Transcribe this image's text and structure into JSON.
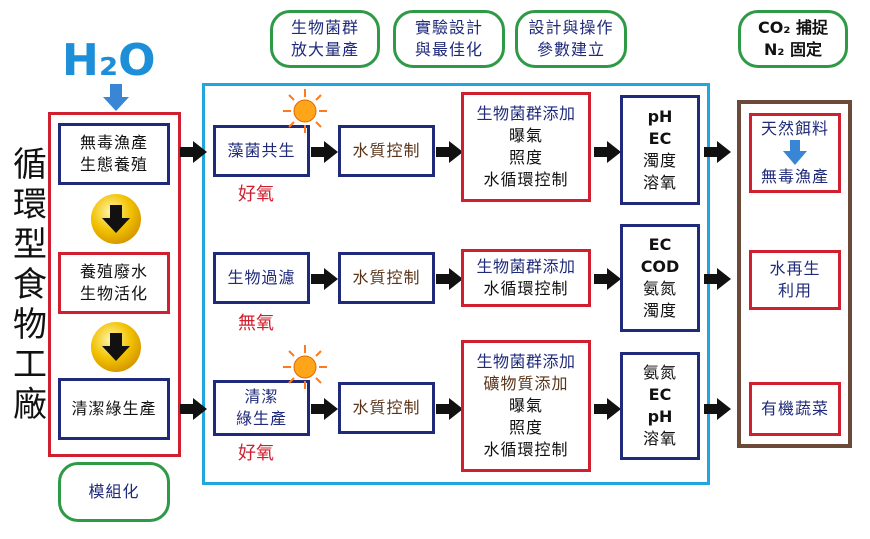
{
  "top_pills": [
    {
      "line1": "生物菌群",
      "line2": "放大量產"
    },
    {
      "line1": "實驗設計",
      "line2": "與最佳化"
    },
    {
      "line1": "設計與操作",
      "line2": "參數建立"
    },
    {
      "line1": "CO₂ 捕捉",
      "line2": "N₂ 固定"
    }
  ],
  "h2o": "H₂O",
  "vertical_title": [
    "循",
    "環",
    "型",
    "食",
    "物",
    "工",
    "廠"
  ],
  "left_boxes": [
    {
      "line1": "無毒漁產",
      "line2": "生態養殖"
    },
    {
      "line1": "養殖廢水",
      "line2": "生物活化"
    },
    {
      "line1": "清潔綠生產",
      "line2": ""
    }
  ],
  "bottom_pill": "模組化",
  "rows": [
    {
      "stage": [
        "藻菌共生"
      ],
      "condition": "好氧",
      "control": "水質控制",
      "process": [
        {
          "text": "生物菌群添加",
          "color": "#1f2a7a"
        },
        {
          "text": "曝氣",
          "color": "#111"
        },
        {
          "text": "照度",
          "color": "#111"
        },
        {
          "text": "水循環控制",
          "color": "#111"
        }
      ],
      "params": [
        {
          "text": "pH",
          "bold": true
        },
        {
          "text": "EC",
          "bold": true
        },
        {
          "text": "濁度",
          "bold": false
        },
        {
          "text": "溶氧",
          "bold": false
        }
      ],
      "outcome": {
        "line1": "天然餌料",
        "line2": "無毒漁產"
      }
    },
    {
      "stage": [
        "生物過濾"
      ],
      "condition": "無氧",
      "control": "水質控制",
      "process": [
        {
          "text": "生物菌群添加",
          "color": "#1f2a7a"
        },
        {
          "text": "水循環控制",
          "color": "#111"
        }
      ],
      "params": [
        {
          "text": "EC",
          "bold": true
        },
        {
          "text": "COD",
          "bold": true
        },
        {
          "text": "氨氮",
          "bold": false
        },
        {
          "text": "濁度",
          "bold": false
        }
      ],
      "outcome": {
        "line1": "水再生",
        "line2": "利用"
      }
    },
    {
      "stage": [
        "清潔",
        "綠生產"
      ],
      "condition": "好氧",
      "control": "水質控制",
      "process": [
        {
          "text": "生物菌群添加",
          "color": "#1f2a7a"
        },
        {
          "text": "礦物質添加",
          "color": "#5a3318"
        },
        {
          "text": "曝氣",
          "color": "#111"
        },
        {
          "text": "照度",
          "color": "#111"
        },
        {
          "text": "水循環控制",
          "color": "#111"
        }
      ],
      "params": [
        {
          "text": "氨氮",
          "bold": false
        },
        {
          "text": "EC",
          "bold": true
        },
        {
          "text": "pH",
          "bold": true
        },
        {
          "text": "溶氧",
          "bold": false
        }
      ],
      "outcome": {
        "line1": "有機蔬菜",
        "line2": ""
      }
    }
  ],
  "colors": {
    "navy": "#1f2a7a",
    "red": "#d0202f",
    "green": "#2e9a46",
    "cyan": "#21a6de",
    "brown_frame": "#6b4a3a",
    "h2o_blue": "#1c8fd8",
    "gold": "#f2c200"
  }
}
